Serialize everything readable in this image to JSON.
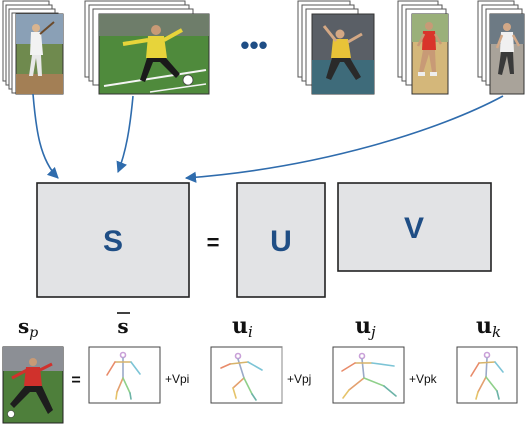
{
  "colors": {
    "arrow": "#2f6cad",
    "matrix_fill": "#e2e3e5",
    "matrix_label": "#1f4e85",
    "frame_back": "#c9ccd1"
  },
  "top_row": {
    "ellipsis": "•••"
  },
  "matrices": {
    "S": "S",
    "equals": "=",
    "U": "U",
    "V": "V"
  },
  "bottom_row": {
    "sp_main": "s",
    "sp_sub": "p",
    "mean_main": "s",
    "ui_main": "u",
    "ui_sub": "i",
    "uj_main": "u",
    "uj_sub": "j",
    "uk_main": "u",
    "uk_sub": "k",
    "equals": "=",
    "coef_i": "+Vpi",
    "coef_j": "+Vpj",
    "coef_k": "+Vpk"
  }
}
